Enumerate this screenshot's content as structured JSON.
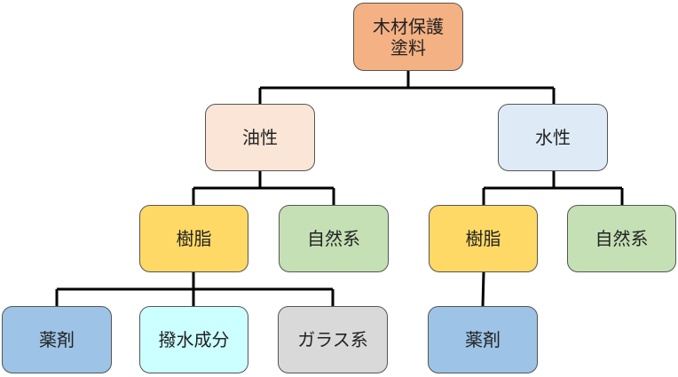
{
  "colors": {
    "root": "#f4b183",
    "oil": "#fbe5d6",
    "water": "#deebf7",
    "resin": "#ffd966",
    "natural": "#c5e0b4",
    "chemical": "#9dc3e6",
    "repellent": "#ccffff",
    "glass": "#d9d9d9",
    "line": "#000000"
  },
  "nodes": {
    "root": "木材保護\n塗料",
    "oil": "油性",
    "water": "水性",
    "oil_resin": "樹脂",
    "oil_natural": "自然系",
    "water_resin": "樹脂",
    "water_natural": "自然系",
    "oil_chemical": "薬剤",
    "oil_repellent": "撥水成分",
    "oil_glass": "ガラス系",
    "water_chemical": "薬剤"
  }
}
